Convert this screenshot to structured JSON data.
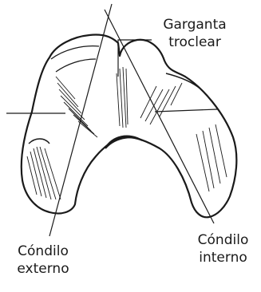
{
  "labels": {
    "trochlear_groove": {
      "line1": "Garganta",
      "line2": "troclear"
    },
    "lateral_condyle": {
      "line1": "Cóndilo",
      "line2": "externo"
    },
    "medial_condyle": {
      "line1": "Cóndilo",
      "line2": "interno"
    }
  },
  "colors": {
    "ink": "#1a1a1a",
    "background": "#ffffff"
  }
}
